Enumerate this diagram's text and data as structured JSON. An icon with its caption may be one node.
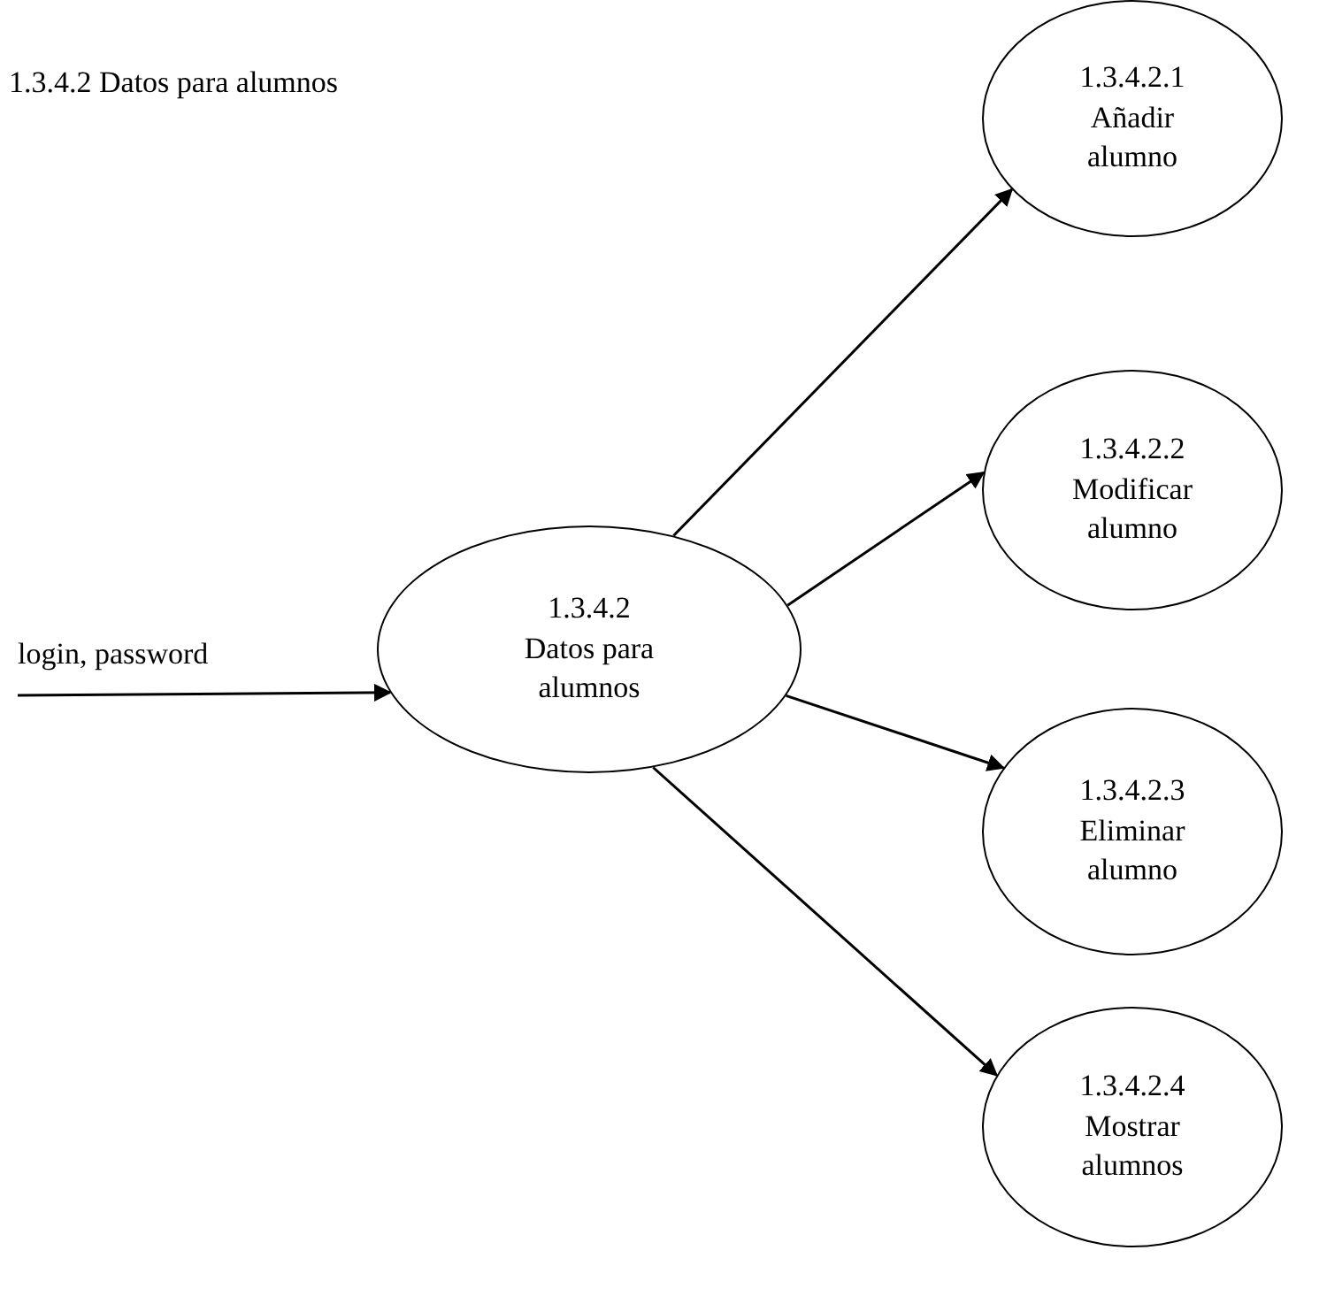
{
  "diagram": {
    "nodes": [
      {
        "text": [
          "1.3.4.2 Datos para alumnos"
        ]
      },
      {
        "text": [
          "1.3.4.2.1 Añadir alumno"
        ]
      },
      {
        "text": [
          "1.3.4.2.2 Modificar alumno"
        ]
      },
      {
        "text": [
          "1.3.4.2.3 Eliminar alumno"
        ]
      },
      {
        "text": [
          "1.3.4.2.4 Mostrar alumnos"
        ]
      }
    ],
    "edges": [
      {
        "from": null,
        "to": 0,
        "arrow": "to",
        "label": "login, password"
      },
      {
        "from": 0,
        "to": 1,
        "arrow": "to"
      },
      {
        "from": 0,
        "to": 2,
        "arrow": "to"
      },
      {
        "from": 0,
        "to": 3,
        "arrow": "to"
      },
      {
        "from": 0,
        "to": 4,
        "arrow": "to"
      }
    ],
    "labels": [
      "1.3.4.2 Datos para alumnos"
    ]
  }
}
